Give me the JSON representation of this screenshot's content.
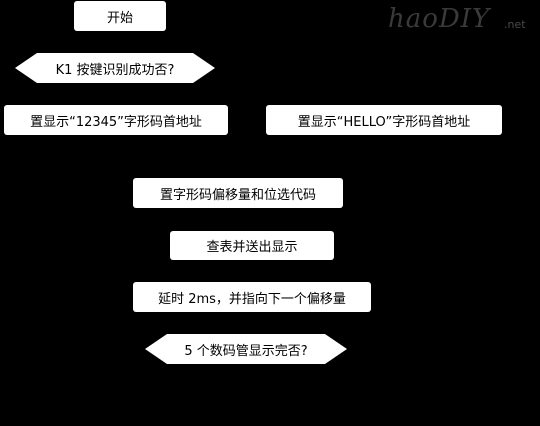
{
  "flowchart": {
    "start": "开始",
    "decision_k1": "K1 按键识别成功否?",
    "set_12345": "置显示“12345”字形码首地址",
    "set_hello": "置显示“HELLO”字形码首地址",
    "set_offset": "置字形码偏移量和位选代码",
    "lookup_send": "查表并送出显示",
    "delay": "延时 2ms，并指向下一个偏移量",
    "decision_done": "5 个数码管显示完否?"
  },
  "watermark": {
    "main": "haoDIY",
    "suffix": ".net"
  },
  "colors": {
    "background": "#000000",
    "node_fill": "#ffffff",
    "node_text": "#000000"
  }
}
